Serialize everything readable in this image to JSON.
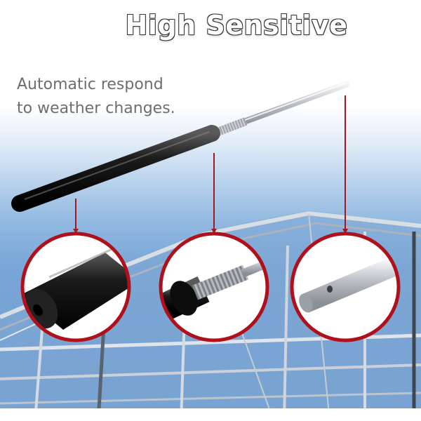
{
  "headline": "High Sensitive",
  "description": {
    "line1": "Automatic respond",
    "line2": "to weather changes."
  },
  "colors": {
    "callout_line": "#a01822",
    "circle_border": "#b0101c",
    "cylinder_black": "#111111",
    "rod_steel": "#c9ccd1",
    "sky_blue": "#79a6d6"
  },
  "callouts": [
    {
      "name": "cylinder-end-cap-callout",
      "icon": "black-end-cap"
    },
    {
      "name": "threaded-joint-callout",
      "icon": "threaded-rod"
    },
    {
      "name": "rod-tip-callout",
      "icon": "steel-rod-with-pinhole"
    }
  ]
}
